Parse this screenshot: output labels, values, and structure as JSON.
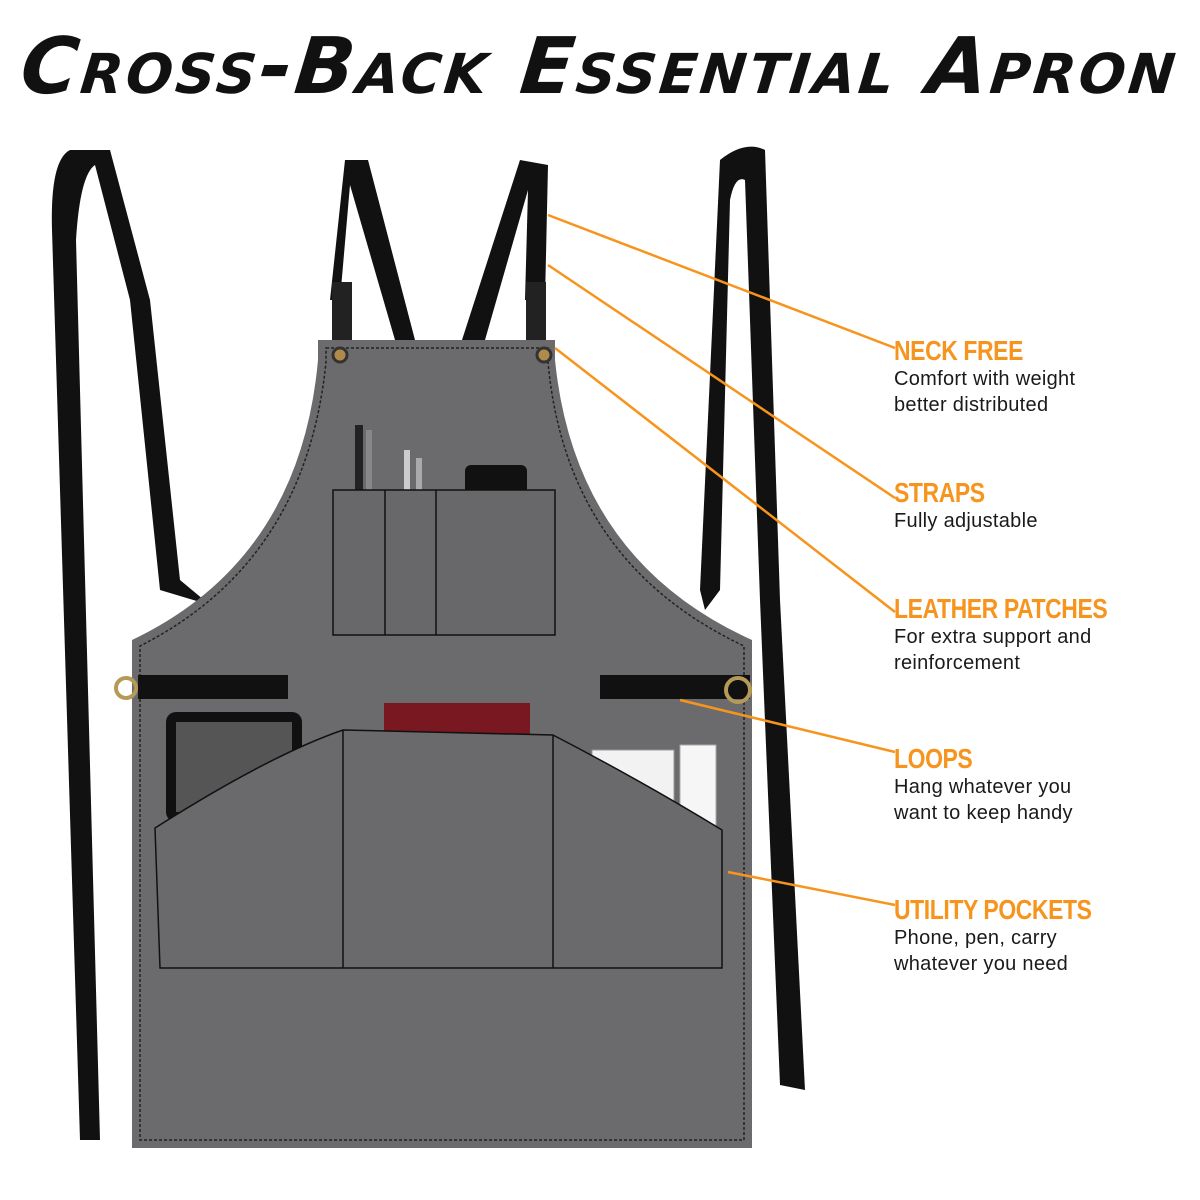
{
  "title": "Cross-Back Essential Apron",
  "accent_color": "#f7941d",
  "features": [
    {
      "heading": "NECK FREE",
      "lines": [
        "Comfort with weight",
        "better distributed"
      ]
    },
    {
      "heading": "STRAPS",
      "lines": [
        "Fully adjustable"
      ]
    },
    {
      "heading": "LEATHER PATCHES",
      "lines": [
        "For extra support and",
        "reinforcement"
      ]
    },
    {
      "heading": "LOOPS",
      "lines": [
        "Hang whatever you",
        "want to keep handy"
      ]
    },
    {
      "heading": "UTILITY POCKETS",
      "lines": [
        "Phone, pen, carry",
        "whatever you need"
      ]
    }
  ]
}
